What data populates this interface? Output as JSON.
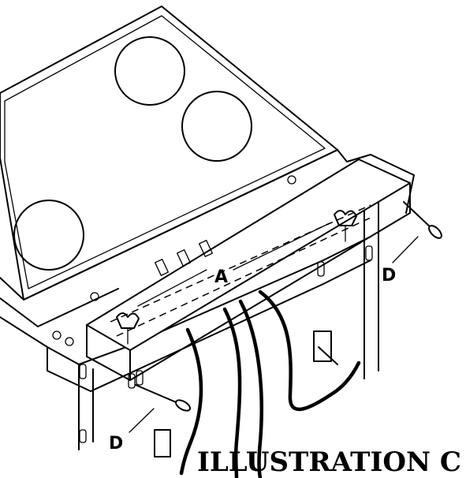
{
  "labels": {
    "a": "A",
    "d_right": "D",
    "d_left": "D"
  },
  "title": "ILLUSTRATION C"
}
